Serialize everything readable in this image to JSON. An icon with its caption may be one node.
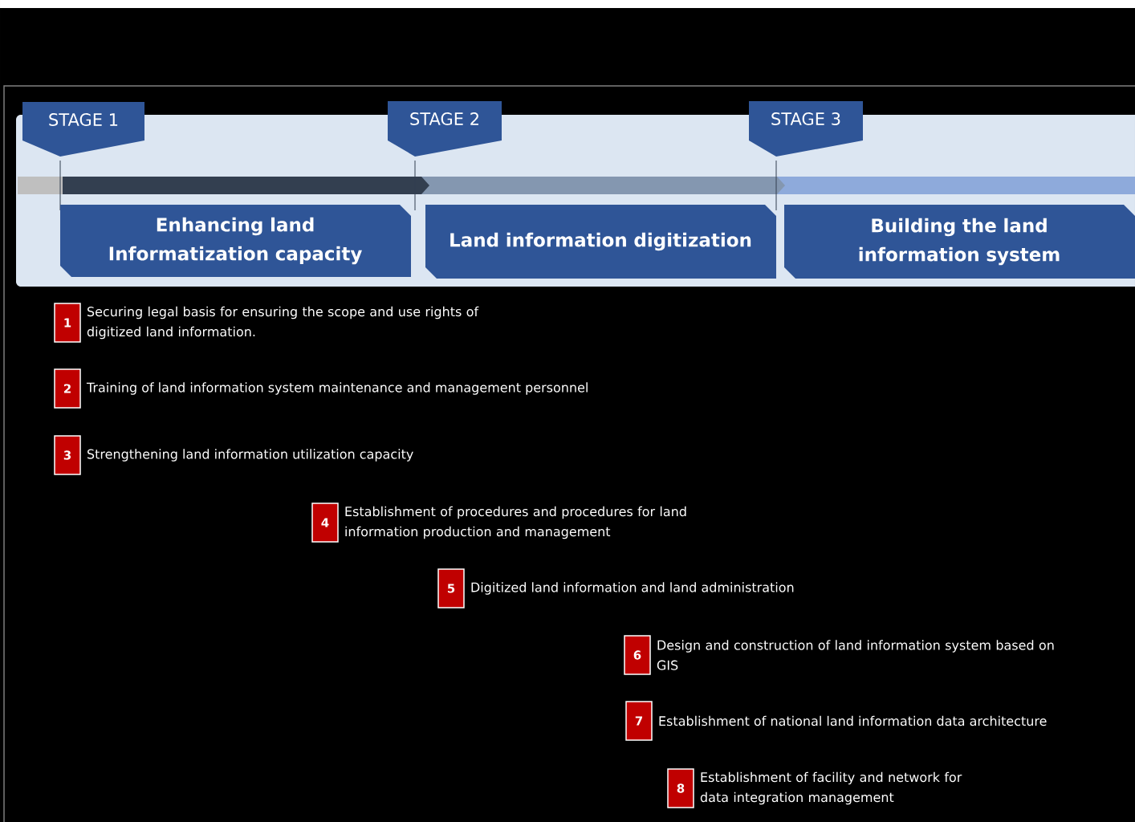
{
  "diagram": {
    "nodes": [
      {
        "text": [
          "STAGE 1"
        ]
      },
      {
        "text": [
          "STAGE 2"
        ]
      },
      {
        "text": [
          "STAGE 3"
        ]
      },
      {
        "text": [
          "Enhancing land Informatization capacity"
        ]
      },
      {
        "text": [
          "Land information digitization"
        ]
      },
      {
        "text": [
          "Building the land information system"
        ]
      },
      {
        "text": [
          "1"
        ],
        "beside": [
          "Securing legal basis for ensuring the scope and use rights of digitized land information."
        ]
      },
      {
        "text": [
          "2"
        ],
        "beside": [
          "Training of land information system maintenance and management personnel"
        ]
      },
      {
        "text": [
          "3"
        ],
        "beside": [
          "Strengthening land information utilization capacity"
        ]
      },
      {
        "text": [
          "4"
        ],
        "beside": [
          "Establishment of procedures and procedures for land information production and management"
        ]
      },
      {
        "text": [
          "5"
        ],
        "beside": [
          "Digitized land information and land administration"
        ]
      },
      {
        "text": [
          "6"
        ],
        "beside": [
          "Design and construction of land information system based on GIS"
        ]
      },
      {
        "text": [
          "7"
        ],
        "beside": [
          "Establishment of national land information data architecture"
        ]
      },
      {
        "text": [
          "8"
        ],
        "beside": [
          "Establishment of facility and network for data integration management"
        ]
      }
    ]
  }
}
